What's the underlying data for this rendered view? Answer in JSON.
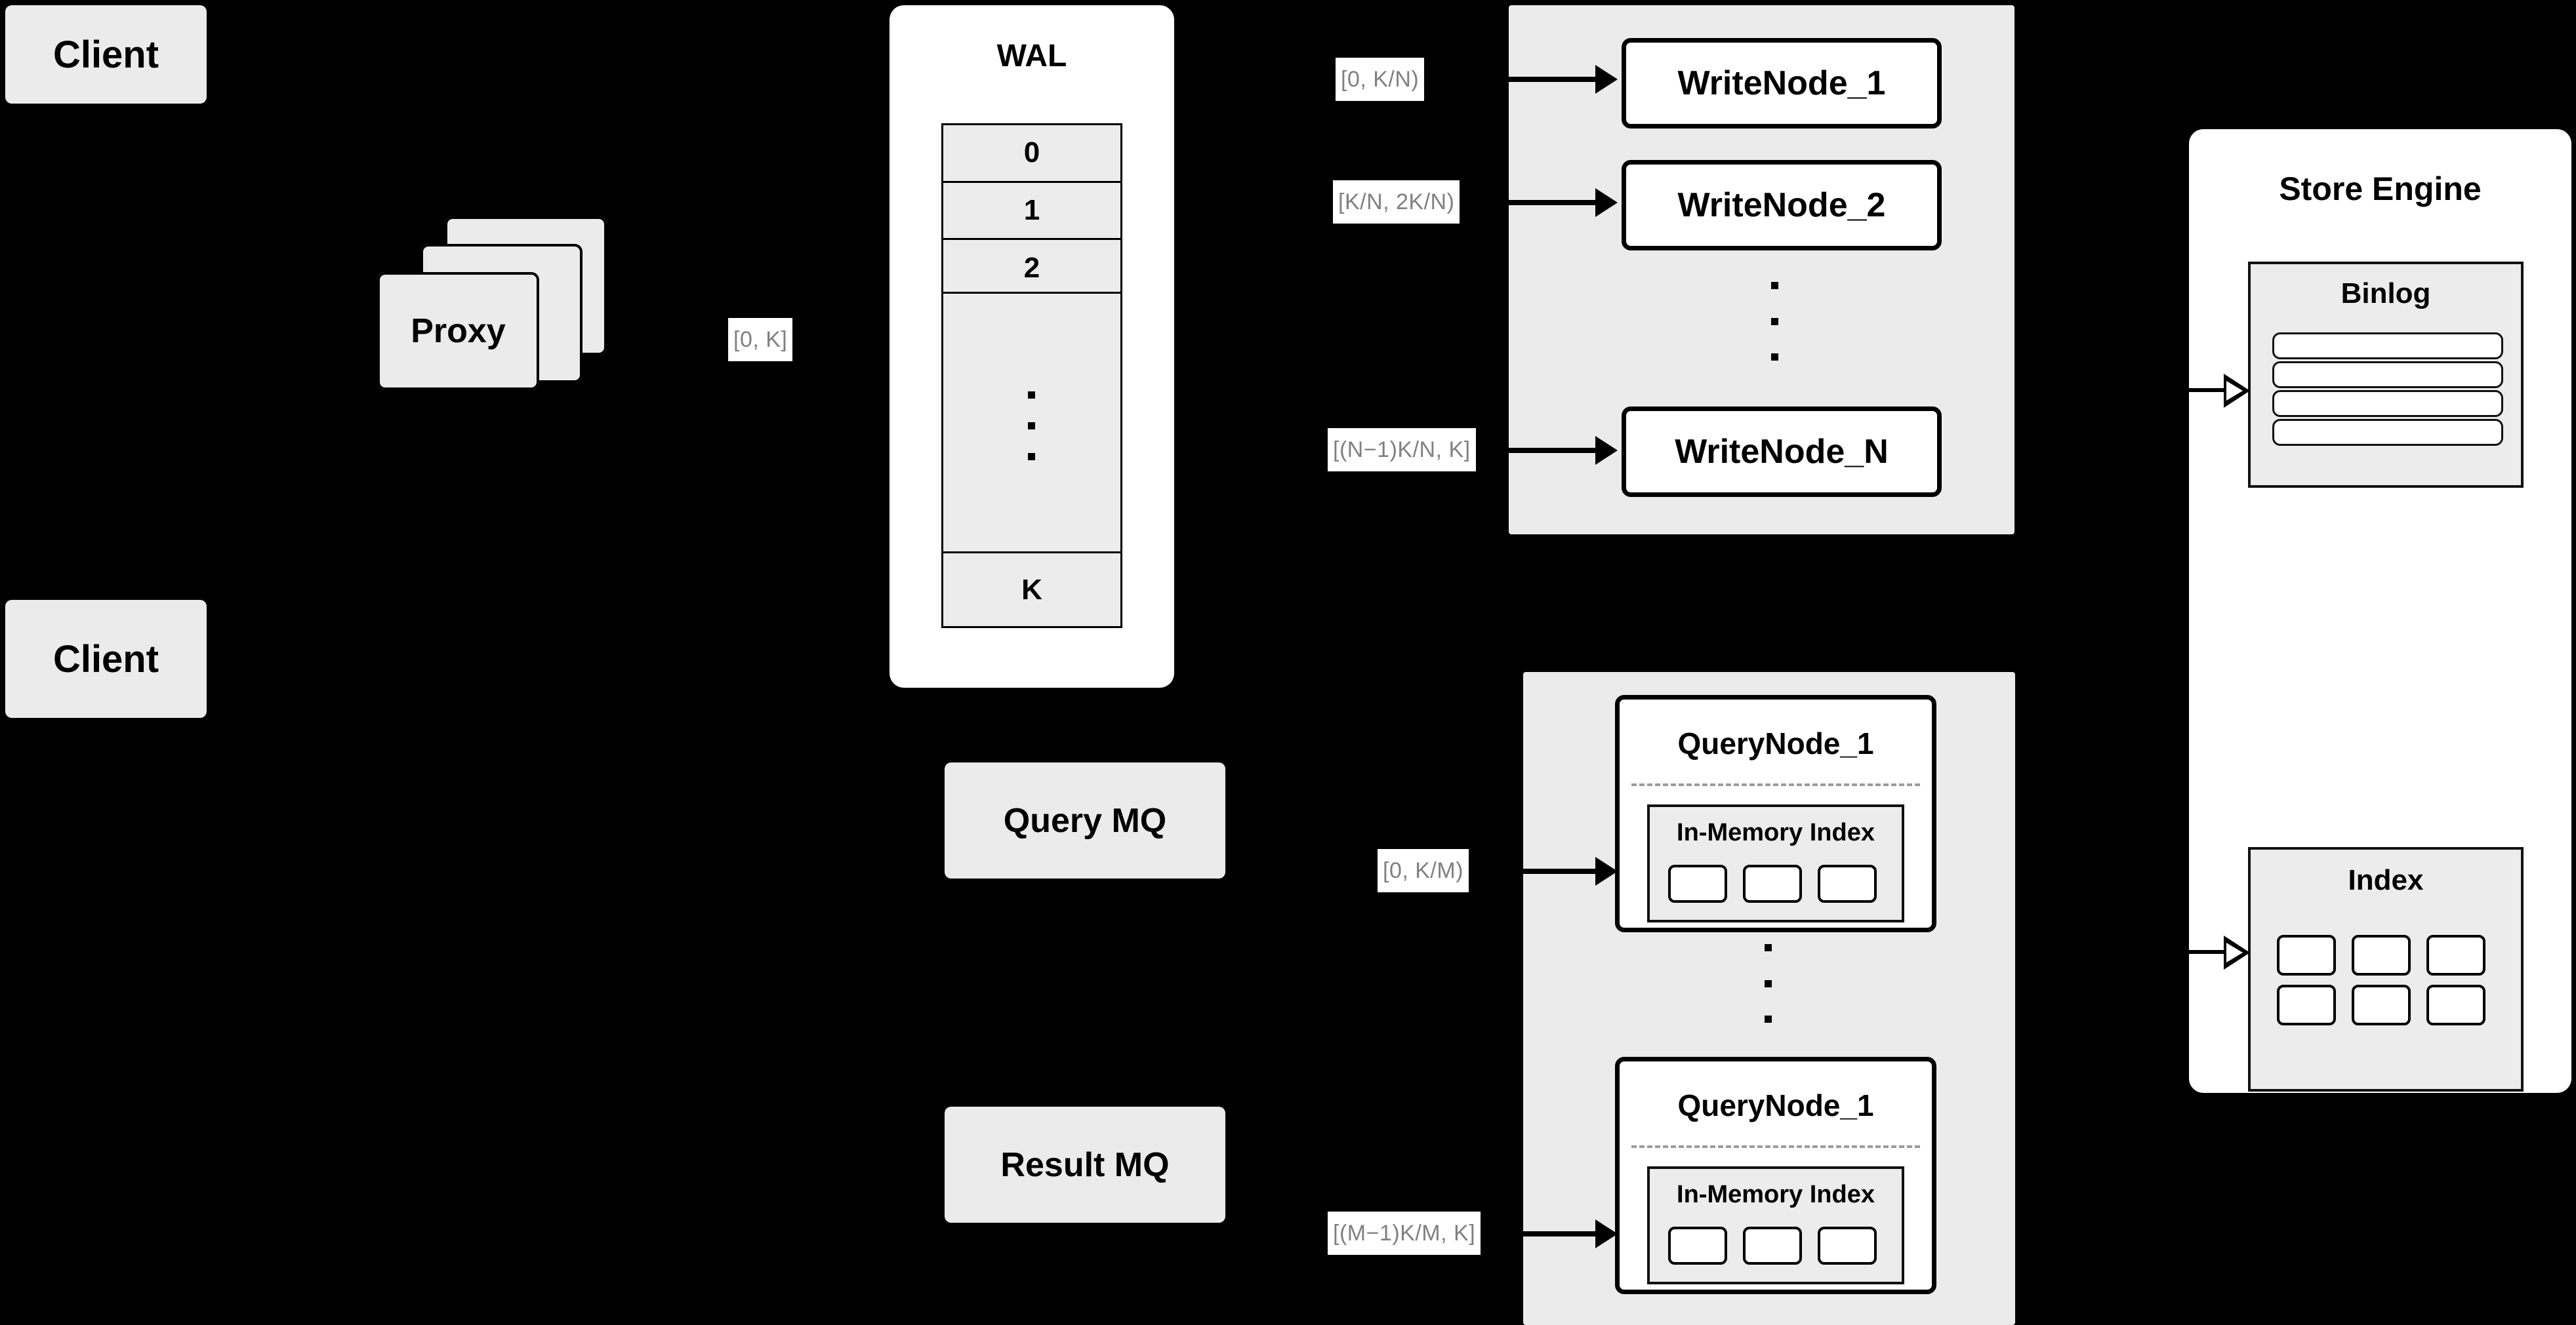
{
  "diagram": {
    "title": "Distributed write/query architecture",
    "background_color": "#000000",
    "node_fill": "#ebebeb",
    "panel_fill": "#ffffff",
    "label_text_color": "#808080"
  },
  "clients": [
    {
      "label": "Client"
    },
    {
      "label": "Client"
    }
  ],
  "proxy": {
    "label": "Proxy",
    "stack_count": 3,
    "out_label": "[0, K]"
  },
  "wal": {
    "title": "WAL",
    "rows": [
      "0",
      "1",
      "2",
      "",
      "K"
    ],
    "ellipsis_dots": 3
  },
  "write_group": {
    "nodes": [
      {
        "label": "WriteNode_1",
        "range_label": "[0,  K/N)"
      },
      {
        "label": "WriteNode_2",
        "range_label": "[K/N, 2K/N)"
      },
      {
        "label": "WriteNode_N",
        "range_label": "[(N−1)K/N,  K]"
      }
    ],
    "ellipsis_dots": 3
  },
  "query_group": {
    "nodes": [
      {
        "label": "QueryNode_1",
        "range_label": "[0, K/M)",
        "index_title": "In-Memory Index",
        "index_chip_count": 3
      },
      {
        "label": "QueryNode_1",
        "range_label": "[(M−1)K/M, K]",
        "index_title": "In-Memory Index",
        "index_chip_count": 3
      }
    ],
    "ellipsis_dots": 3
  },
  "queues": [
    {
      "label": "Query MQ"
    },
    {
      "label": "Result MQ"
    }
  ],
  "store_engine": {
    "title": "Store Engine",
    "binlog": {
      "title": "Binlog",
      "row_count": 4
    },
    "index": {
      "title": "Index",
      "chip_count": 6
    }
  }
}
